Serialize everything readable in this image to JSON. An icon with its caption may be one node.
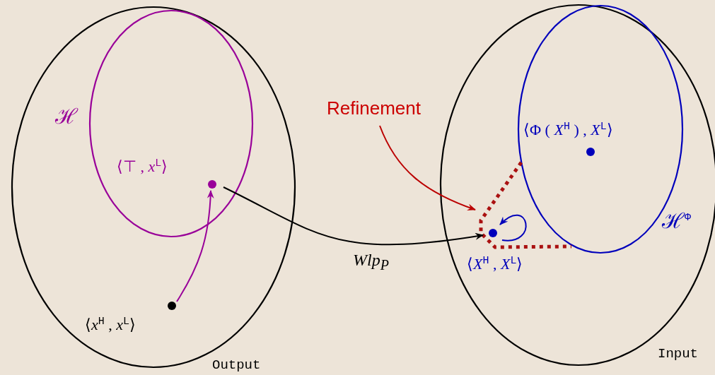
{
  "diagram": {
    "nodes": [
      {
        "text": [
          "Output"
        ]
      },
      {
        "text": [
          "ℋ"
        ],
        "in": 0
      },
      {
        "text": [
          "⟨⊤ , *x*$^{L}$⟩"
        ],
        "in": 1
      },
      {
        "text": [
          "⟨*x*$^{H}$ , *x*$^{L}$⟩"
        ],
        "in": 0
      },
      {
        "text": [
          "Input"
        ]
      },
      {
        "text": [
          "ℋ$^{Φ}$"
        ],
        "in": 4
      },
      {
        "text": [
          "⟨Φ ( *X*$^{H}$ ) , *X*$^{L}$⟩"
        ],
        "in": 5
      },
      {
        "text": [],
        "shape": "triangle",
        "in": 4
      },
      {
        "text": [
          "⟨*X*$^{H}$ , *X*$^{L}$⟩"
        ],
        "in": 7
      },
      {
        "text": [
          "Refinement"
        ]
      }
    ],
    "edges": [
      {
        "from": 3,
        "to": 2,
        "arrow": "to",
        "color": "#990099"
      },
      {
        "from": 2,
        "to": 8,
        "arrow": "to",
        "label": "Wlp$_{P}$",
        "color": "#000000"
      },
      {
        "from": 9,
        "to": 7,
        "arrow": "to",
        "color": "#bb0000"
      },
      {
        "from": 8,
        "to": 8,
        "arrow": "to",
        "color": "#0000bb"
      }
    ]
  }
}
